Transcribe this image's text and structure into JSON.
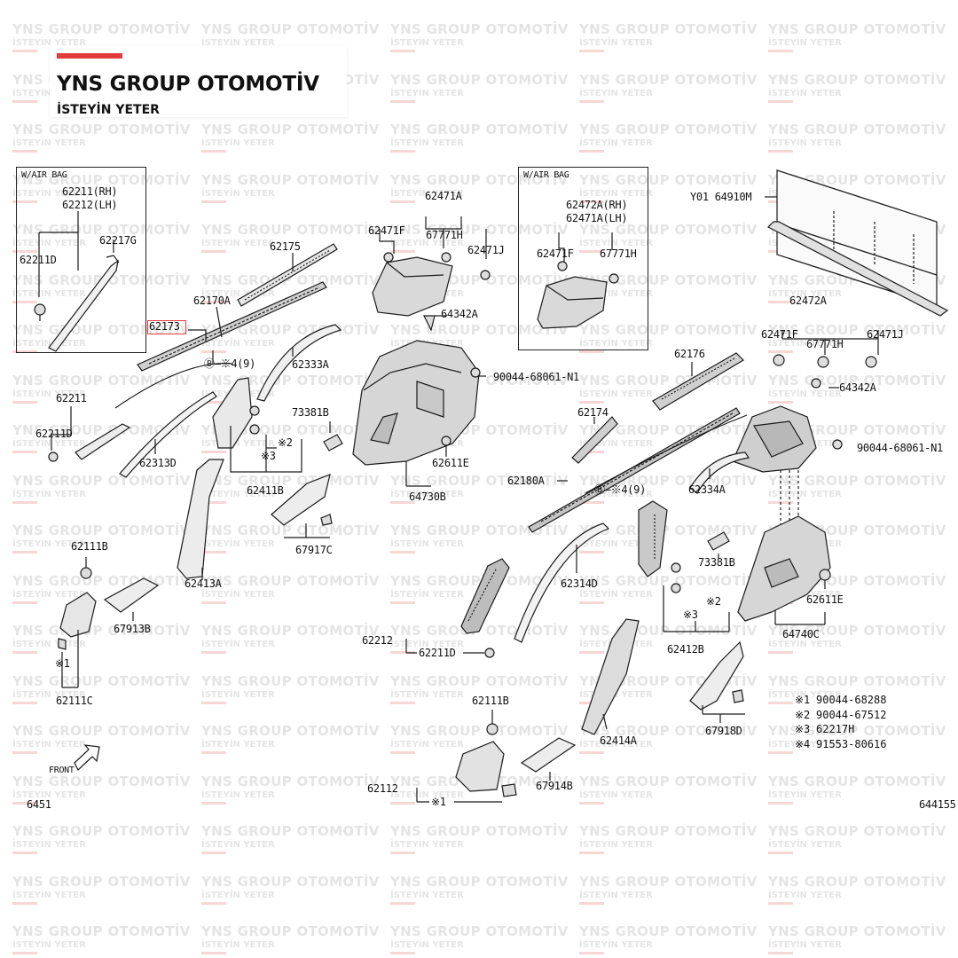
{
  "brand": {
    "title": "YNS GROUP OTOMOTİV",
    "subtitle": "İSTEYİN YETER",
    "accent": "#e23b3b"
  },
  "watermark": {
    "title": "YNS GROUP OTOMOTİV",
    "subtitle": "İSTEYİN YETER"
  },
  "boxes": {
    "front_airbag_title": "W/AIR BAG",
    "rear_airbag_title": "W/AIR BAG"
  },
  "labels": {
    "l62211rh": "62211(RH)",
    "l62212lh": "62212(LH)",
    "l62217g": "62217G",
    "l62211d_a": "62211D",
    "l62175": "62175",
    "l62170a": "62170A",
    "l62173": "62173",
    "lref_b4_9_a": "Ⓑ—※4(9)",
    "l62333a": "62333A",
    "l62211": "62211",
    "l62211d_b": "62211D",
    "l62313d": "62313D",
    "l73381b_a": "73381B",
    "lmark2_a": "※2",
    "lmark3_a": "※3",
    "l62411b": "62411B",
    "l67917c": "67917C",
    "l62111b_a": "62111B",
    "l62413a": "62413A",
    "l67913b": "67913B",
    "lmark1_a": "※1",
    "l62111c": "62111C",
    "lfront": "FRONT",
    "l6451": "6451",
    "l62471a": "62471A",
    "l62471f_a": "62471F",
    "l67771h_a": "67771H",
    "l62471j_a": "62471J",
    "l64342a_a": "64342A",
    "l90044_a": "90044-68061-N1",
    "l62611e_a": "62611E",
    "l64730b": "64730B",
    "l62472a_rh": "62472A(RH)",
    "l62471a_lh": "62471A(LH)",
    "l62471f_b": "62471F",
    "l67771h_b": "67771H",
    "l64910m": "Y01 64910M",
    "l62472a": "62472A",
    "l62471f_c": "62471F",
    "l67771h_c": "67771H",
    "l62471j_b": "62471J",
    "l62176": "62176",
    "l64342a_b": "64342A",
    "l62174": "62174",
    "l90044_b": "90044-68061-N1",
    "l62180a": "62180A",
    "lref_b4_9_b": "Ⓑ—※4(9)",
    "l62334a": "62334A",
    "l73381b_b": "73381B",
    "l62314d": "62314D",
    "l62611e_b": "62611E",
    "lmark2_b": "※2",
    "lmark3_b": "※3",
    "l64740c": "64740C",
    "l62212": "62212",
    "l62211d_c": "62211D",
    "l62412b": "62412B",
    "l62111b_b": "62111B",
    "l62414a": "62414A",
    "l67918d": "67918D",
    "l62112": "62112",
    "lmark1_b": "※1",
    "l67914b": "67914B",
    "l644155": "644155"
  },
  "legend": [
    {
      "mark": "※1",
      "part": "90044-68288"
    },
    {
      "mark": "※2",
      "part": "90044-67512"
    },
    {
      "mark": "※3",
      "part": "62217H"
    },
    {
      "mark": "※4",
      "part": "91553-80616"
    }
  ]
}
